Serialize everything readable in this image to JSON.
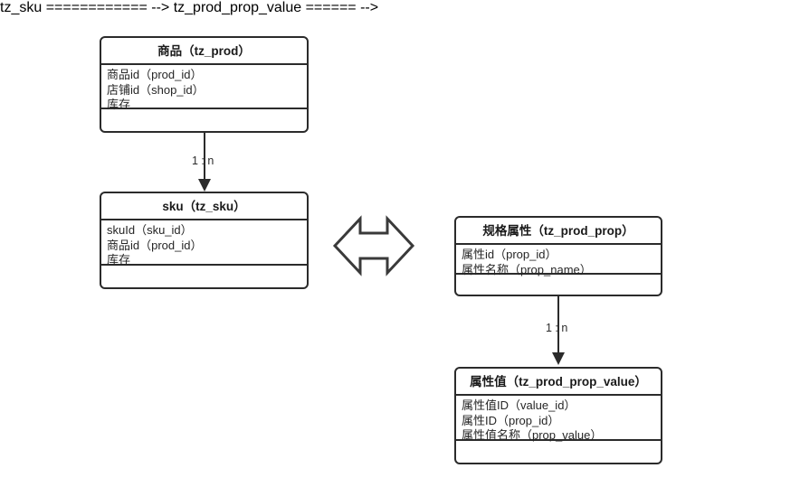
{
  "diagram": {
    "title": "",
    "stroke_color": "#2b2b2b",
    "text_color": "#262626",
    "background": "#ffffff"
  },
  "entities": [
    {
      "id": "tz_prod",
      "header": "商品（tz_prod）",
      "attributes": [
        "商品id（prod_id）",
        "店铺id（shop_id）",
        "库存"
      ]
    },
    {
      "id": "tz_sku",
      "header": "sku（tz_sku）",
      "attributes": [
        "skuId（sku_id）",
        "商品id（prod_id）",
        "库存"
      ]
    },
    {
      "id": "tz_prod_prop",
      "header": "规格属性（tz_prod_prop）",
      "attributes": [
        "属性id（prop_id）",
        "属性名称（prop_name）"
      ]
    },
    {
      "id": "tz_prod_prop_value",
      "header": "属性值（tz_prod_prop_value）",
      "attributes": [
        "属性值ID（value_id）",
        "属性ID（prop_id）",
        "属性值名称（prop_value）"
      ]
    }
  ],
  "relations": [
    {
      "id": "prod-to-sku",
      "label": "1 : n",
      "from": "tz_prod",
      "to": "tz_sku"
    },
    {
      "id": "prop-to-propvalue",
      "label": "1 : n",
      "from": "tz_prod_prop",
      "to": "tz_prod_prop_value"
    }
  ],
  "link": {
    "id": "sku-prop-link",
    "icon": "double-headed-arrow"
  }
}
